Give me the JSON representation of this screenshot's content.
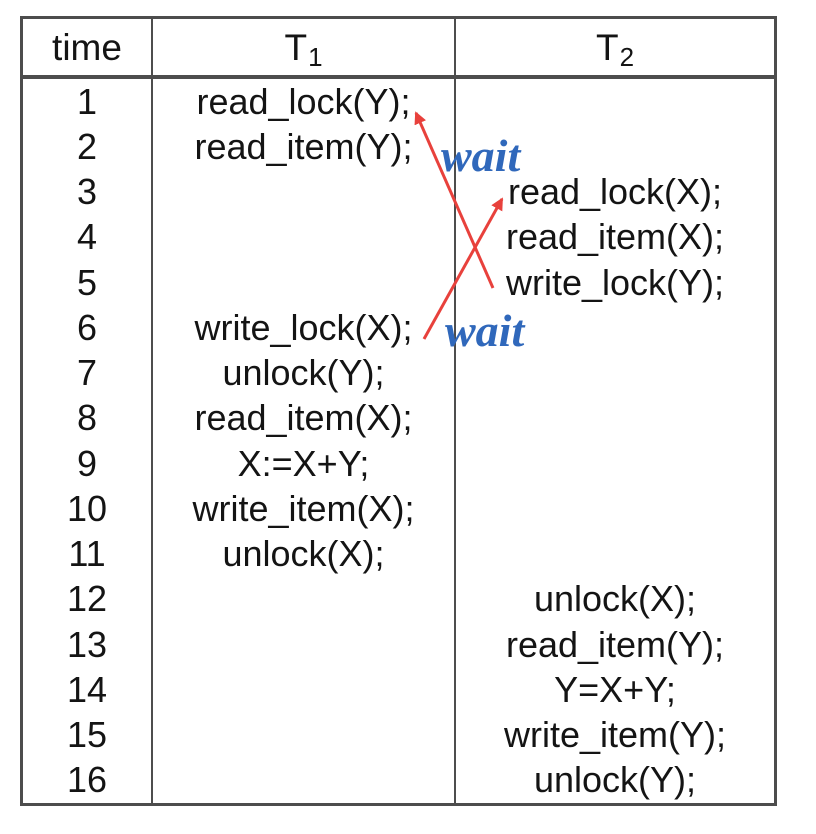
{
  "table": {
    "header": {
      "time_label": "time",
      "t1_base": "T",
      "t1_sub": "1",
      "t2_base": "T",
      "t2_sub": "2"
    },
    "rows": [
      {
        "time": "1",
        "t1": "read_lock(Y);",
        "t2": ""
      },
      {
        "time": "2",
        "t1": "read_item(Y);",
        "t2": ""
      },
      {
        "time": "3",
        "t1": "",
        "t2": "read_lock(X);"
      },
      {
        "time": "4",
        "t1": "",
        "t2": "read_item(X);"
      },
      {
        "time": "5",
        "t1": "",
        "t2": "write_lock(Y);"
      },
      {
        "time": "6",
        "t1": "write_lock(X);",
        "t2": ""
      },
      {
        "time": "7",
        "t1": "unlock(Y);",
        "t2": ""
      },
      {
        "time": "8",
        "t1": "read_item(X);",
        "t2": ""
      },
      {
        "time": "9",
        "t1": "X:=X+Y;",
        "t2": ""
      },
      {
        "time": "10",
        "t1": "write_item(X);",
        "t2": ""
      },
      {
        "time": "11",
        "t1": "unlock(X);",
        "t2": ""
      },
      {
        "time": "12",
        "t1": "",
        "t2": "unlock(X);"
      },
      {
        "time": "13",
        "t1": "",
        "t2": "read_item(Y);"
      },
      {
        "time": "14",
        "t1": "",
        "t2": "Y=X+Y;"
      },
      {
        "time": "15",
        "t1": "",
        "t2": "write_item(Y);"
      },
      {
        "time": "16",
        "t1": "",
        "t2": "unlock(Y);"
      }
    ]
  },
  "annotations": {
    "wait_top_label": "wait",
    "wait_bottom_label": "wait",
    "colors": {
      "wait_text": "#3068bb",
      "arrow": "#e8413c",
      "border": "#4d4d4d",
      "text": "#141414"
    }
  }
}
